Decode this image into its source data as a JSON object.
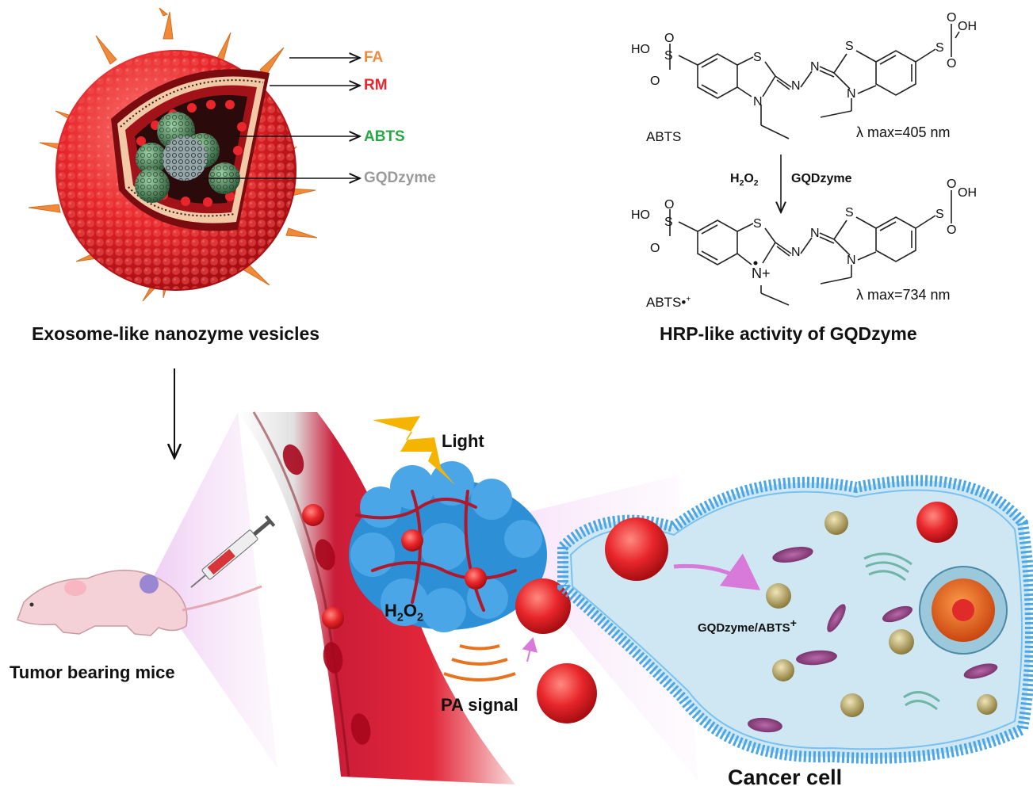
{
  "vesicle_labels": {
    "fa": "FA",
    "rm": "RM",
    "abts": "ABTS",
    "gqdzyme": "GQDzyme"
  },
  "captions": {
    "vesicle": "Exosome-like nanozyme vesicles",
    "hrp": "HRP-like activity of GQDzyme",
    "mice": "Tumor bearing mice",
    "cell": "Cancer cell"
  },
  "reaction": {
    "ho_left": "HO",
    "oh_right": "OH",
    "s": "S",
    "o": "O",
    "n": "N",
    "n_plus": "N+",
    "abts": "ABTS",
    "abts_radical": "ABTS•",
    "radical_sup": "+",
    "lambda1": "λ max=405 nm",
    "lambda2": "λ max=734 nm",
    "h2o2_main": "H",
    "h2o2_sub1": "2",
    "h2o2_o": "O",
    "h2o2_sub2": "2",
    "catalyst": "GQDzyme"
  },
  "scene": {
    "light": "Light",
    "h2o2_main": "H",
    "h2o2_sub1": "2",
    "h2o2_o": "O",
    "h2o2_sub2": "2",
    "pa_signal": "PA signal",
    "product": "GQDzyme/ABTS",
    "product_sup": "+"
  },
  "colors": {
    "fa": "#f08a3a",
    "rm": "#e8262b",
    "abts": "#27a745",
    "gqdzyme": "#9a9a9a",
    "membrane": "#4aa6e6",
    "cell_interior": "#cfe7f3",
    "vessel": "#c8102e",
    "light": "#f5b400",
    "nucleus": "#e86a1f"
  }
}
